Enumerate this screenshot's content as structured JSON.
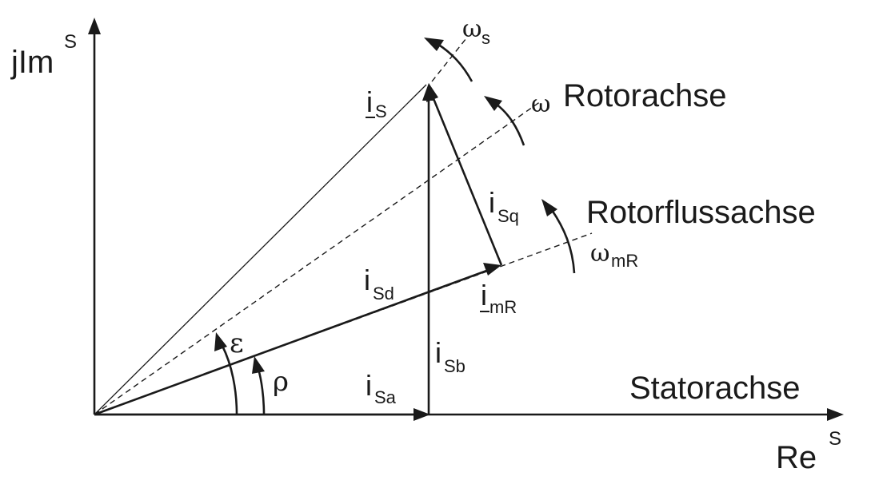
{
  "axes": {
    "imag_main": "jIm",
    "imag_sup": "S",
    "real_main": "Re",
    "real_sup": "S"
  },
  "axis_names": {
    "rotor": "Rotorachse",
    "rotorflux": "Rotorflussachse",
    "stator": "Statorachse"
  },
  "speeds": {
    "ws_sym": "ω",
    "ws_sub": "s",
    "w_sym": "ω",
    "wmr_sym": "ω",
    "wmr_sub": "mR"
  },
  "vectors": {
    "is_main": "i",
    "is_sub": "S",
    "imr_main": "i",
    "imr_sub": "mR",
    "isd_main": "i",
    "isd_sub": "Sd",
    "isq_main": "i",
    "isq_sub": "Sq",
    "isa_main": "i",
    "isa_sub": "Sa",
    "isb_main": "i",
    "isb_sub": "Sb"
  },
  "angles": {
    "epsilon": "ε",
    "rho": "ρ"
  }
}
